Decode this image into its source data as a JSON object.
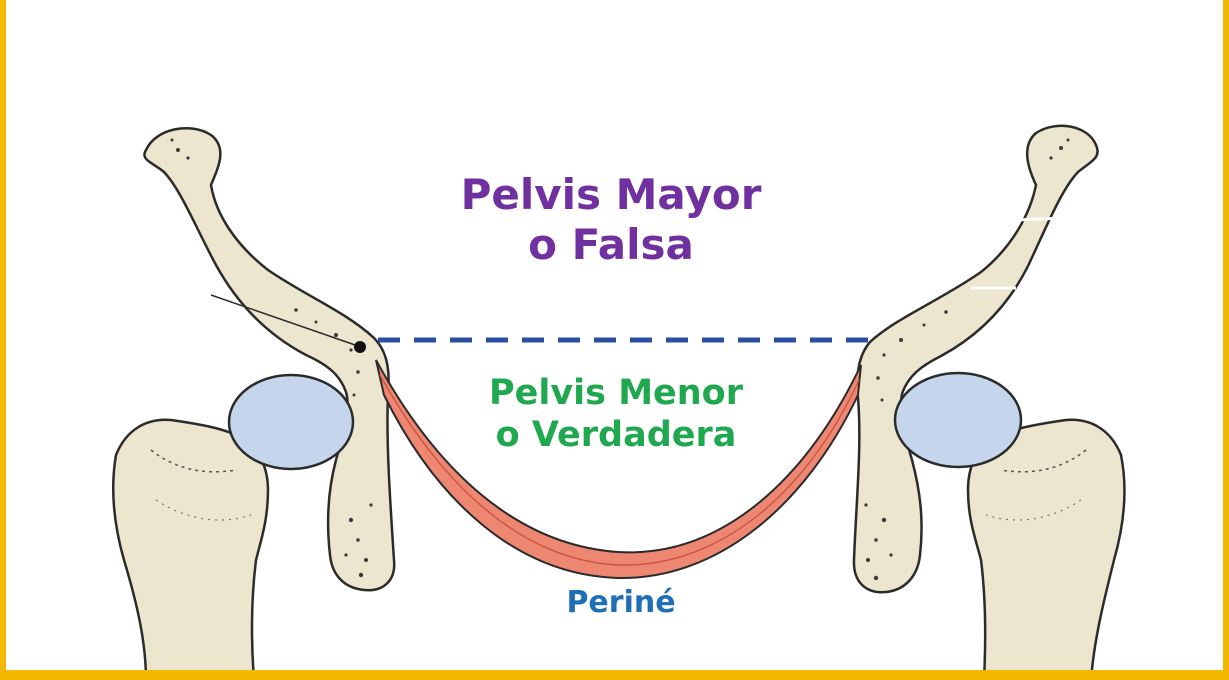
{
  "labels": {
    "false_pelvis": {
      "line1": "Pelvis Mayor",
      "line2": "o Falsa",
      "color": "#7030a0"
    },
    "true_pelvis": {
      "line1": "Pelvis Menor",
      "line2": "o Verdadera",
      "color": "#1fa84f"
    },
    "perineum": {
      "text": "Periné",
      "color": "#1f6fb8"
    }
  },
  "colors": {
    "border": "#f5b800",
    "bone": "#ece6cf",
    "bone_outline": "#2b2b2b",
    "femoral_head": "#c5d6ec",
    "muscle": "#ee8772",
    "pelvic_inlet_line": "#2a4fa0"
  }
}
